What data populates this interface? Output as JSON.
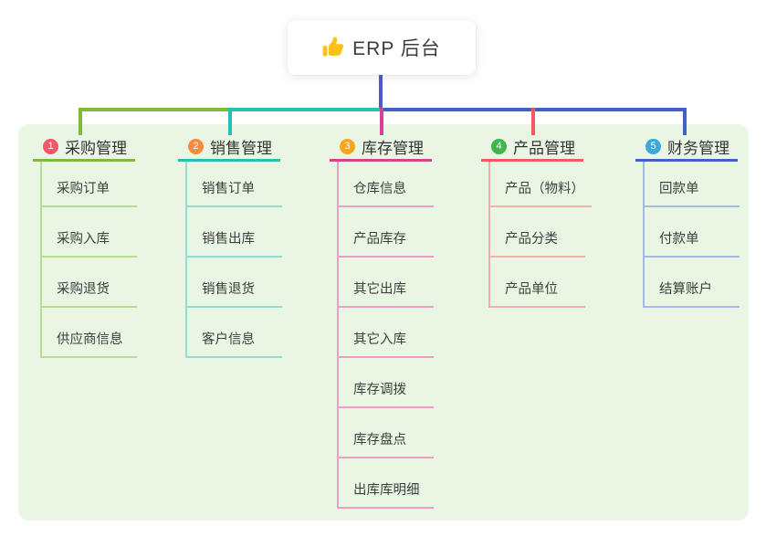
{
  "root": {
    "label": "ERP 后台",
    "icon": "thumbs-up"
  },
  "colors": {
    "page_bg": "#ffffff",
    "panel_bg": "#e9f6e3",
    "root_connector": "#4d5bcb",
    "root_text": "#3c3c3c",
    "thumb_icon": "#fcc21b"
  },
  "branches": [
    {
      "number": "1",
      "title": "采购管理",
      "badge_color": "#f25968",
      "line_color": "#7fba3d",
      "child_line_color": "#b9dc92",
      "children": [
        "采购订单",
        "采购入库",
        "采购退货",
        "供应商信息"
      ]
    },
    {
      "number": "2",
      "title": "销售管理",
      "badge_color": "#f88b3d",
      "line_color": "#25bfb4",
      "child_line_color": "#93ddd3",
      "children": [
        "销售订单",
        "销售出库",
        "销售退货",
        "客户信息"
      ]
    },
    {
      "number": "3",
      "title": "库存管理",
      "badge_color": "#faa61d",
      "line_color": "#d84091",
      "child_line_color": "#f19cc5",
      "children": [
        "仓库信息",
        "产品库存",
        "其它出库",
        "其它入库",
        "库存调拨",
        "库存盘点",
        "出库库明细"
      ]
    },
    {
      "number": "4",
      "title": "产品管理",
      "badge_color": "#3eb54d",
      "line_color": "#f25a5f",
      "child_line_color": "#f7aeaa",
      "children": [
        "产品（物料）",
        "产品分类",
        "产品单位"
      ]
    },
    {
      "number": "5",
      "title": "财务管理",
      "badge_color": "#3aa7dd",
      "line_color": "#4062c1",
      "child_line_color": "#a6b8e4",
      "children": [
        "回款单",
        "付款单",
        "结算账户"
      ]
    }
  ]
}
